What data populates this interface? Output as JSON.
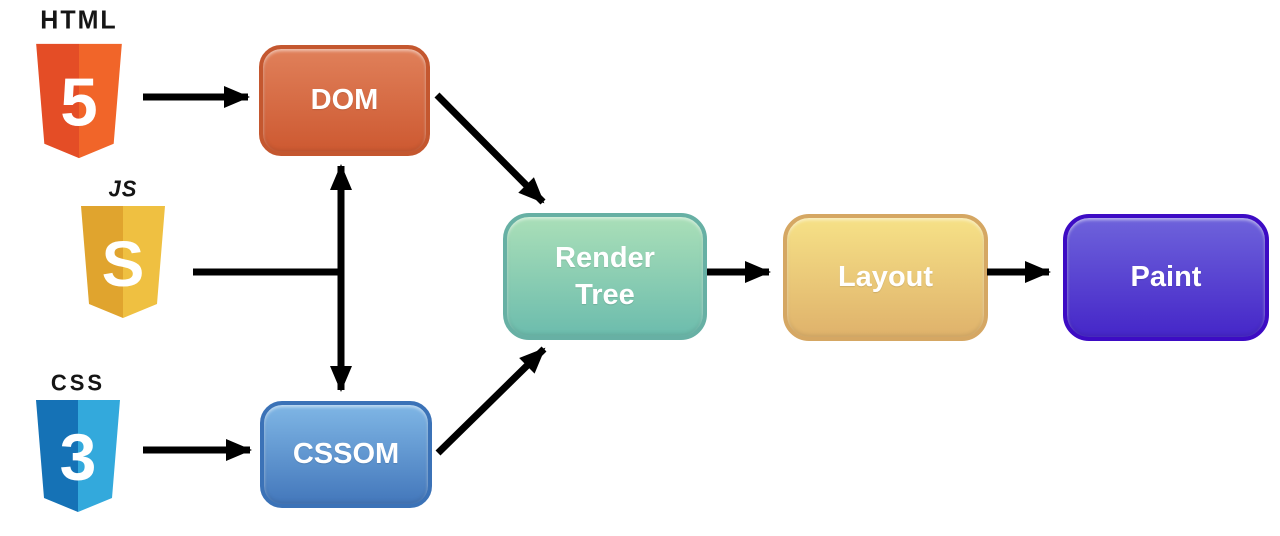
{
  "logos": {
    "html": {
      "name": "HTML5 logo",
      "wordmark": "HTML",
      "glyph": "5",
      "shield_left": "#E44D26",
      "shield_right": "#F16529",
      "glyph_color": "#FFFFFF"
    },
    "js": {
      "name": "JavaScript logo",
      "wordmark": "JS",
      "glyph": "S",
      "shield_left": "#E0A42E",
      "shield_right": "#EFC041",
      "glyph_color": "#FFFFFF"
    },
    "css": {
      "name": "CSS3 logo",
      "wordmark": "CSS",
      "glyph": "3",
      "shield_left": "#1572B6",
      "shield_right": "#33A9DC",
      "glyph_color": "#FFFFFF"
    }
  },
  "nodes": {
    "dom": {
      "label": "DOM",
      "grad_top": "#E0805A",
      "grad_bottom": "#CD5931",
      "border": "#C4572F"
    },
    "cssom": {
      "label": "CSSOM",
      "grad_top": "#7FB6E5",
      "grad_bottom": "#4377BB",
      "border": "#3B72B7"
    },
    "render_tree": {
      "label": "Render Tree",
      "grad_top": "#AADFB8",
      "grad_bottom": "#6CBCAD",
      "border": "#67B0A4"
    },
    "layout": {
      "label": "Layout",
      "grad_top": "#F6E187",
      "grad_bottom": "#DFB26B",
      "border": "#D5A763"
    },
    "paint": {
      "label": "Paint",
      "grad_top": "#6E63DB",
      "grad_bottom": "#4526C8",
      "border": "#3D0BC4"
    }
  },
  "connections": [
    {
      "from": "html-logo",
      "to": "dom",
      "style": "arrow"
    },
    {
      "from": "css-logo",
      "to": "cssom",
      "style": "arrow"
    },
    {
      "from": "js-logo",
      "to": "dom-cssom-link",
      "style": "line"
    },
    {
      "from": "dom",
      "to": "cssom",
      "style": "double-arrow"
    },
    {
      "from": "dom",
      "to": "render_tree",
      "style": "arrow"
    },
    {
      "from": "cssom",
      "to": "render_tree",
      "style": "arrow"
    },
    {
      "from": "render_tree",
      "to": "layout",
      "style": "arrow"
    },
    {
      "from": "layout",
      "to": "paint",
      "style": "arrow"
    }
  ],
  "arrow_color": "#000000",
  "background_color": "#FFFFFF"
}
